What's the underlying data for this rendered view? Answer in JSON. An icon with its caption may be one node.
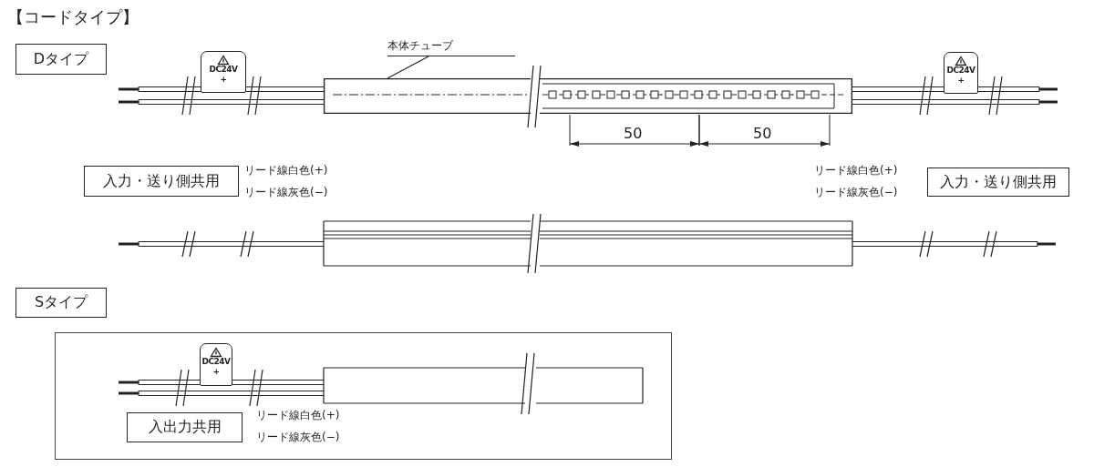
{
  "diagram": {
    "title": "【コードタイプ】",
    "nodes": [
      {
        "text": [
          "Dタイプ"
        ]
      },
      {
        "text": [
          "本体チューブ"
        ]
      },
      {
        "text": [
          "DC24V",
          "+"
        ]
      },
      {
        "text": [
          "DC24V",
          "+"
        ]
      },
      {
        "text": [],
        "shape": "bar"
      },
      {
        "text": [
          "入力・送り側共用"
        ],
        "beside": [
          "リード線白色(+)",
          "リード線灰色(−)"
        ]
      },
      {
        "text": [
          "入力・送り側共用"
        ],
        "beside": [
          "リード線白色(+)",
          "リード線灰色(−)"
        ]
      },
      {
        "text": [
          "Sタイプ"
        ]
      },
      {
        "text": [],
        "shape": "box"
      },
      {
        "text": [
          "DC24V",
          "+"
        ],
        "in": 8
      },
      {
        "text": [
          "入出力共用"
        ],
        "in": 8,
        "beside": [
          "リード線白色(+)",
          "リード線灰色(−)"
        ]
      }
    ],
    "edges": [
      {
        "from": 1,
        "to": 4,
        "arrow": "none"
      }
    ],
    "labels": [
      "50",
      "50"
    ]
  }
}
